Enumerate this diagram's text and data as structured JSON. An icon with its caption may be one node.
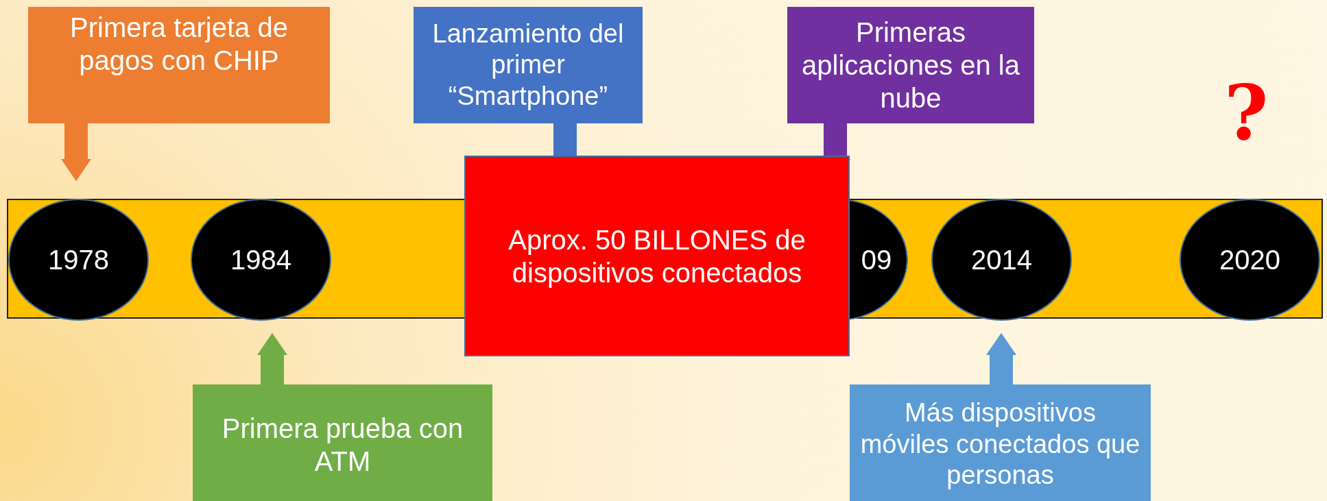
{
  "diagram": {
    "nodes": [
      {
        "text": [
          "Primera tarjeta de pagos con CHIP"
        ]
      },
      {
        "text": [
          "Lanzamiento del primer “Smartphone”"
        ]
      },
      {
        "text": [
          "Primeras aplicaciones en la nube"
        ]
      },
      {
        "text": [
          "1978"
        ]
      },
      {
        "text": [
          "1984"
        ]
      },
      {
        "text": [
          "Aprox. 50 BILLONES de dispositivos conectados"
        ]
      },
      {
        "text": [
          "09"
        ]
      },
      {
        "text": [
          "2014"
        ]
      },
      {
        "text": [
          "2020"
        ]
      },
      {
        "text": [
          "Primera prueba con ATM"
        ]
      },
      {
        "text": [
          "Más dispositivos móviles conectados que personas"
        ]
      }
    ],
    "edges": [
      {
        "from": 0,
        "to": 3,
        "arrow": "to",
        "color": "#ed7d31"
      },
      {
        "from": 1,
        "to": 5,
        "arrow": "none",
        "color": "#4472c4"
      },
      {
        "from": 2,
        "to": 6,
        "arrow": "to",
        "color": "#7030a0"
      },
      {
        "from": 9,
        "to": 4,
        "arrow": "to",
        "color": "#70ad47"
      },
      {
        "from": 10,
        "to": 7,
        "arrow": "to",
        "color": "#5b9bd5"
      }
    ],
    "labels": [
      "?"
    ]
  }
}
